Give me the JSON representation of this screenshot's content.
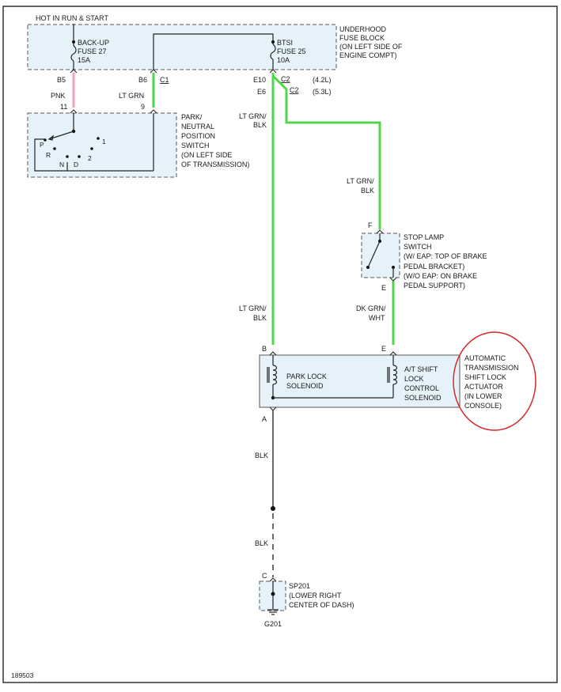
{
  "diagram": {
    "figure_id": "189503",
    "power_label": "HOT IN RUN & START",
    "fuse_block": {
      "label": [
        "UNDERHOOD",
        "FUSE BLOCK",
        "(ON LEFT SIDE OF",
        "ENGINE COMPT)"
      ],
      "fuse27": [
        "BACK-UP",
        "FUSE 27",
        "15A"
      ],
      "fuse25": [
        "BTSI",
        "FUSE 25",
        "10A"
      ]
    },
    "pins": {
      "b5": "B5",
      "b6": "B6",
      "c1": "C1",
      "e10": "E10",
      "e6": "E6",
      "c2a": "C2",
      "c2b": "C2",
      "note_42": "(4.2L)",
      "note_53": "(5.3L)",
      "p11": "11",
      "p9": "9",
      "f": "F",
      "e_top": "E",
      "b": "B",
      "e_bottom": "E",
      "a": "A",
      "c": "C"
    },
    "wires": {
      "pnk": "PNK",
      "lt_grn": "LT GRN",
      "lt_grn_blk_1": [
        "LT GRN/",
        "BLK"
      ],
      "lt_grn_blk_2": [
        "LT GRN/",
        "BLK"
      ],
      "lt_grn_blk_3": [
        "LT GRN/",
        "BLK"
      ],
      "dk_grn_wht": [
        "DK GRN/",
        "WHT"
      ],
      "blk_1": "BLK",
      "blk_2": "BLK"
    },
    "park_neutral_switch": {
      "label": [
        "PARK/",
        "NEUTRAL",
        "POSITION",
        "SWITCH",
        "(ON LEFT SIDE",
        "OF TRANSMISSION)"
      ],
      "positions": {
        "p": "P",
        "r": "R",
        "n": "N",
        "d": "D",
        "two": "2",
        "one": "1"
      }
    },
    "stop_lamp_switch": {
      "label": [
        "STOP LAMP",
        "SWITCH",
        "(W/ EAP: TOP OF BRAKE",
        "PEDAL BRACKET)",
        "(W/O EAP: ON BRAKE",
        "PEDAL SUPPORT)"
      ]
    },
    "actuator": {
      "park_lock": [
        "PARK LOCK",
        "SOLENOID"
      ],
      "shift_lock": [
        "A/T SHIFT",
        "LOCK",
        "CONTROL",
        "SOLENOID"
      ],
      "label": [
        "AUTOMATIC",
        "TRANSMISSION",
        "SHIFT LOCK",
        "ACTUATOR",
        "(IN LOWER",
        "CONSOLE)"
      ]
    },
    "splice": {
      "label": [
        "SP201",
        "(LOWER RIGHT",
        "CENTER OF DASH)"
      ]
    },
    "ground": "G201"
  }
}
